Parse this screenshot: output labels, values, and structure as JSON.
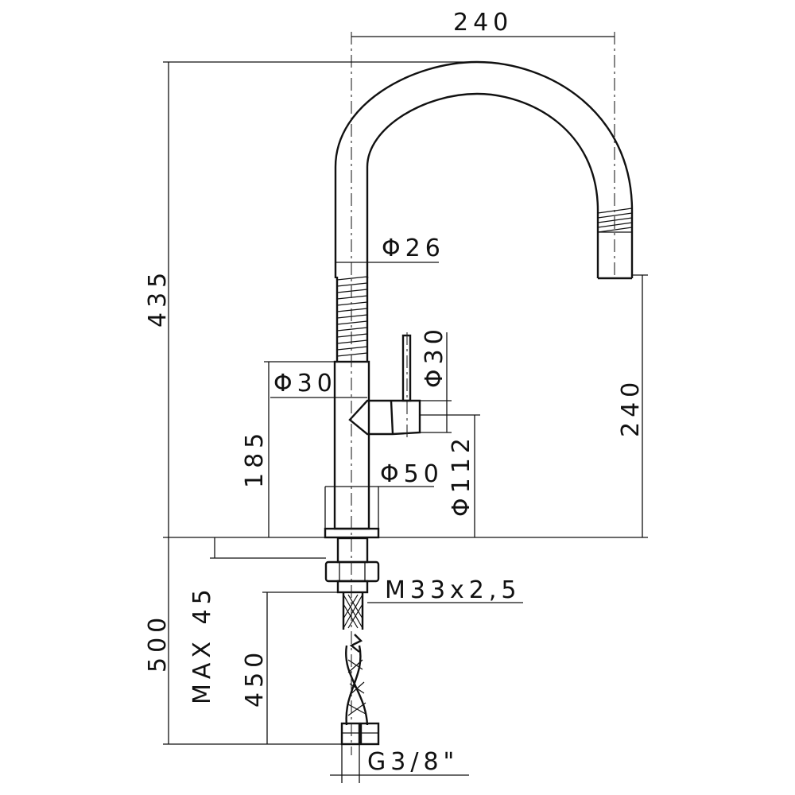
{
  "dimensions": {
    "top_width": "240",
    "total_height": "435",
    "spout_diameter": "Φ26",
    "body_diameter": "Φ30",
    "handle_diameter": "Φ30",
    "body_height": "185",
    "spout_height": "240",
    "base_diameter": "Φ50",
    "base_outer_diameter": "Φ112",
    "thread": "M33x2,5",
    "max_thickness": "MAX 45",
    "hose_total": "500",
    "hose_length": "450",
    "hose_connector": "G3/8\""
  },
  "colors": {
    "line": "#111111",
    "background": "#ffffff"
  }
}
